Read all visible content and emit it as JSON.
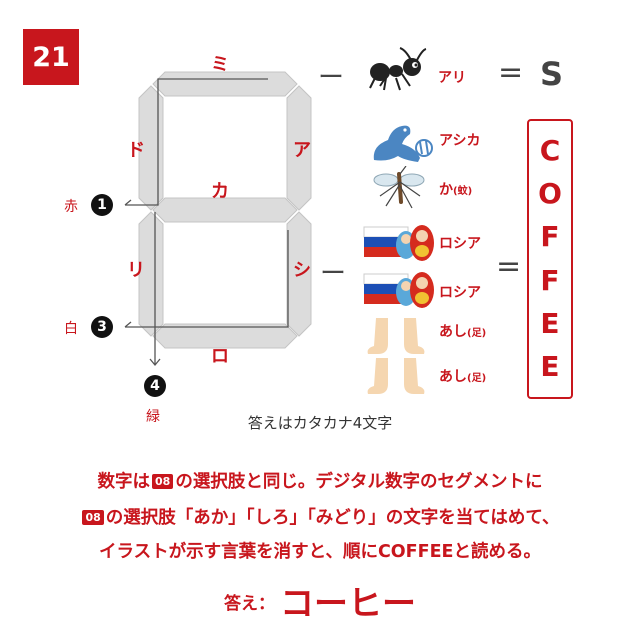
{
  "badge_number": "21",
  "segments": {
    "top": "ミ",
    "upper_left": "ド",
    "upper_right": "ア",
    "middle": "カ",
    "lower_left": "リ",
    "lower_right": "シ",
    "bottom": "ロ"
  },
  "markers": [
    {
      "number": "1",
      "label": "赤"
    },
    {
      "number": "3",
      "label": "白"
    },
    {
      "number": "4",
      "label": "緑"
    }
  ],
  "top_row": {
    "dash": "ー",
    "item": "アリ",
    "equals": "=",
    "result": "S"
  },
  "items": [
    {
      "label": "アシカ",
      "icon": "sea-lion-icon"
    },
    {
      "label": "か",
      "note": "(蚊)",
      "icon": "mosquito-icon"
    },
    {
      "label": "ロシア",
      "icon": "russia-flag-matryoshka-icon"
    },
    {
      "label": "ロシア",
      "icon": "russia-flag-matryoshka-icon"
    },
    {
      "label": "あし",
      "note": "(足)",
      "icon": "feet-icon"
    },
    {
      "label": "あし",
      "note": "(足)",
      "icon": "feet-icon"
    }
  ],
  "middle_dash": "ー",
  "equals": "=",
  "coffee_letters": [
    "C",
    "O",
    "F",
    "F",
    "E",
    "E"
  ],
  "caption": "答えはカタカナ4文字",
  "explanation": {
    "line1_pre": "数字は",
    "tag": "08",
    "line1_post": "の選択肢と同じ。デジタル数字のセグメントに",
    "line2_post": "の選択肢「あか」「しろ」「みどり」の文字を当てはめて、",
    "line3": "イラストが示す言葉を消すと、順にCOFFEEと読める。"
  },
  "answer": {
    "label": "答え：",
    "word": "コーヒー"
  },
  "colors": {
    "accent": "#c8161d",
    "segment": "#d8d8d8"
  }
}
